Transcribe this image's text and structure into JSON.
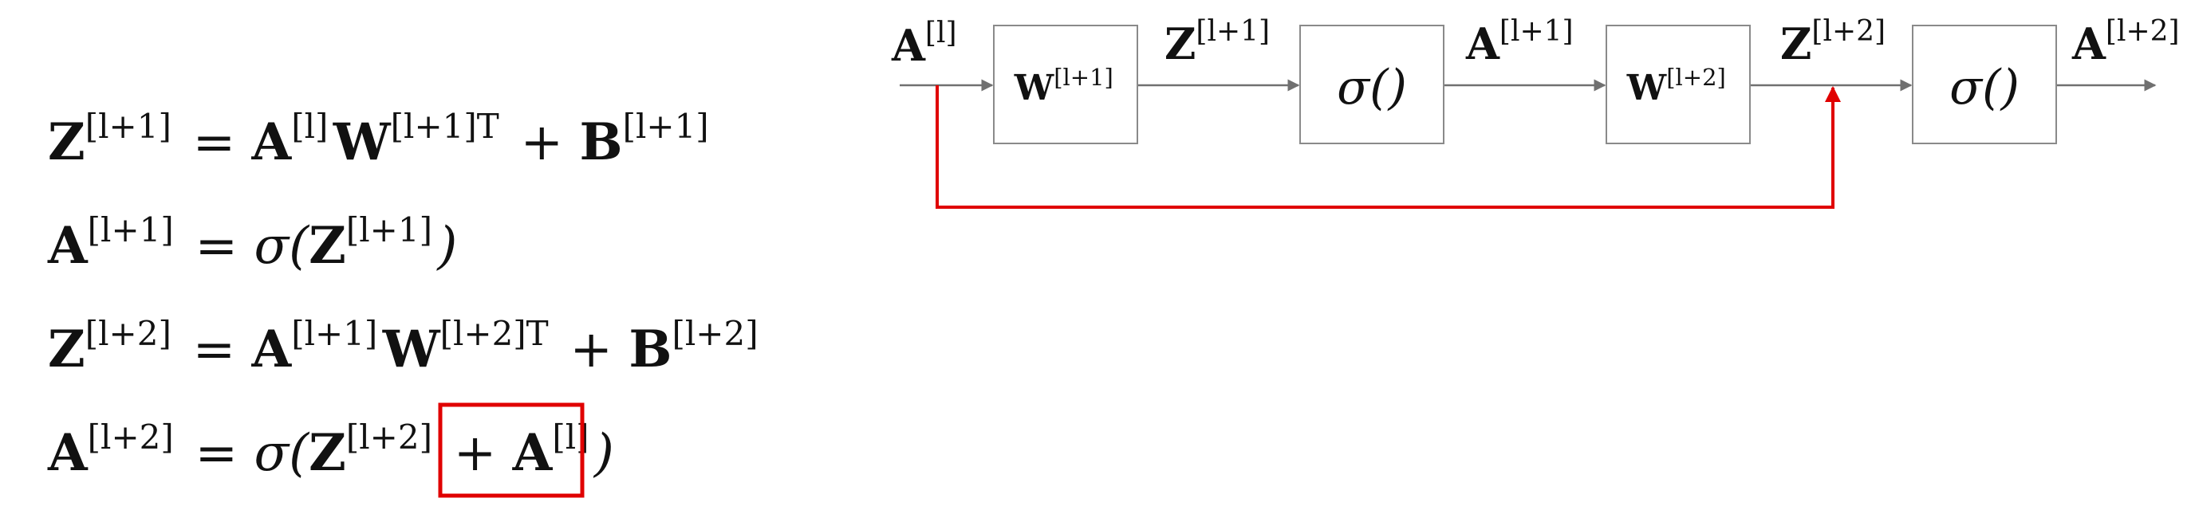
{
  "equations": [
    {
      "lhs": {
        "var": "Z",
        "sup": "[l+1]"
      },
      "rhs": [
        {
          "kind": "op",
          "text": "="
        },
        {
          "kind": "var",
          "var": "A",
          "sup": "[l]"
        },
        {
          "kind": "var",
          "var": "W",
          "sup": "[l+1]T"
        },
        {
          "kind": "op",
          "text": "+"
        },
        {
          "kind": "var",
          "var": "B",
          "sup": "[l+1]"
        }
      ]
    },
    {
      "lhs": {
        "var": "A",
        "sup": "[l+1]"
      },
      "rhs": [
        {
          "kind": "op",
          "text": "="
        },
        {
          "kind": "sym",
          "text": "σ("
        },
        {
          "kind": "var",
          "var": "Z",
          "sup": "[l+1]"
        },
        {
          "kind": "sym",
          "text": ")"
        }
      ]
    },
    {
      "lhs": {
        "var": "Z",
        "sup": "[l+2]"
      },
      "rhs": [
        {
          "kind": "op",
          "text": "="
        },
        {
          "kind": "var",
          "var": "A",
          "sup": "[l+1]"
        },
        {
          "kind": "var",
          "var": "W",
          "sup": "[l+2]T"
        },
        {
          "kind": "op",
          "text": "+"
        },
        {
          "kind": "var",
          "var": "B",
          "sup": "[l+2]"
        }
      ]
    },
    {
      "lhs": {
        "var": "A",
        "sup": "[l+2]"
      },
      "rhs": [
        {
          "kind": "op",
          "text": "="
        },
        {
          "kind": "sym",
          "text": "σ("
        },
        {
          "kind": "var",
          "var": "Z",
          "sup": "[l+2]"
        },
        {
          "kind": "op",
          "text": "+",
          "highlight": true
        },
        {
          "kind": "var",
          "var": "A",
          "sup": "[l]",
          "highlight": true
        },
        {
          "kind": "sym",
          "text": ")"
        }
      ]
    }
  ],
  "diagram": {
    "signals": [
      {
        "var": "A",
        "sup": "[l]"
      },
      {
        "var": "Z",
        "sup": "[l+1]"
      },
      {
        "var": "A",
        "sup": "[l+1]"
      },
      {
        "var": "Z",
        "sup": "[l+2]"
      },
      {
        "var": "A",
        "sup": "[l+2]"
      }
    ],
    "blocks": [
      {
        "kind": "weight",
        "var": "W",
        "sup": "[l+1]"
      },
      {
        "kind": "activation",
        "text": "σ()"
      },
      {
        "kind": "weight",
        "var": "W",
        "sup": "[l+2]"
      },
      {
        "kind": "activation",
        "text": "σ()"
      }
    ]
  },
  "colors": {
    "text": "#111111",
    "line": "#707070",
    "box_border": "#8a8a8a",
    "highlight": "#e00000"
  }
}
